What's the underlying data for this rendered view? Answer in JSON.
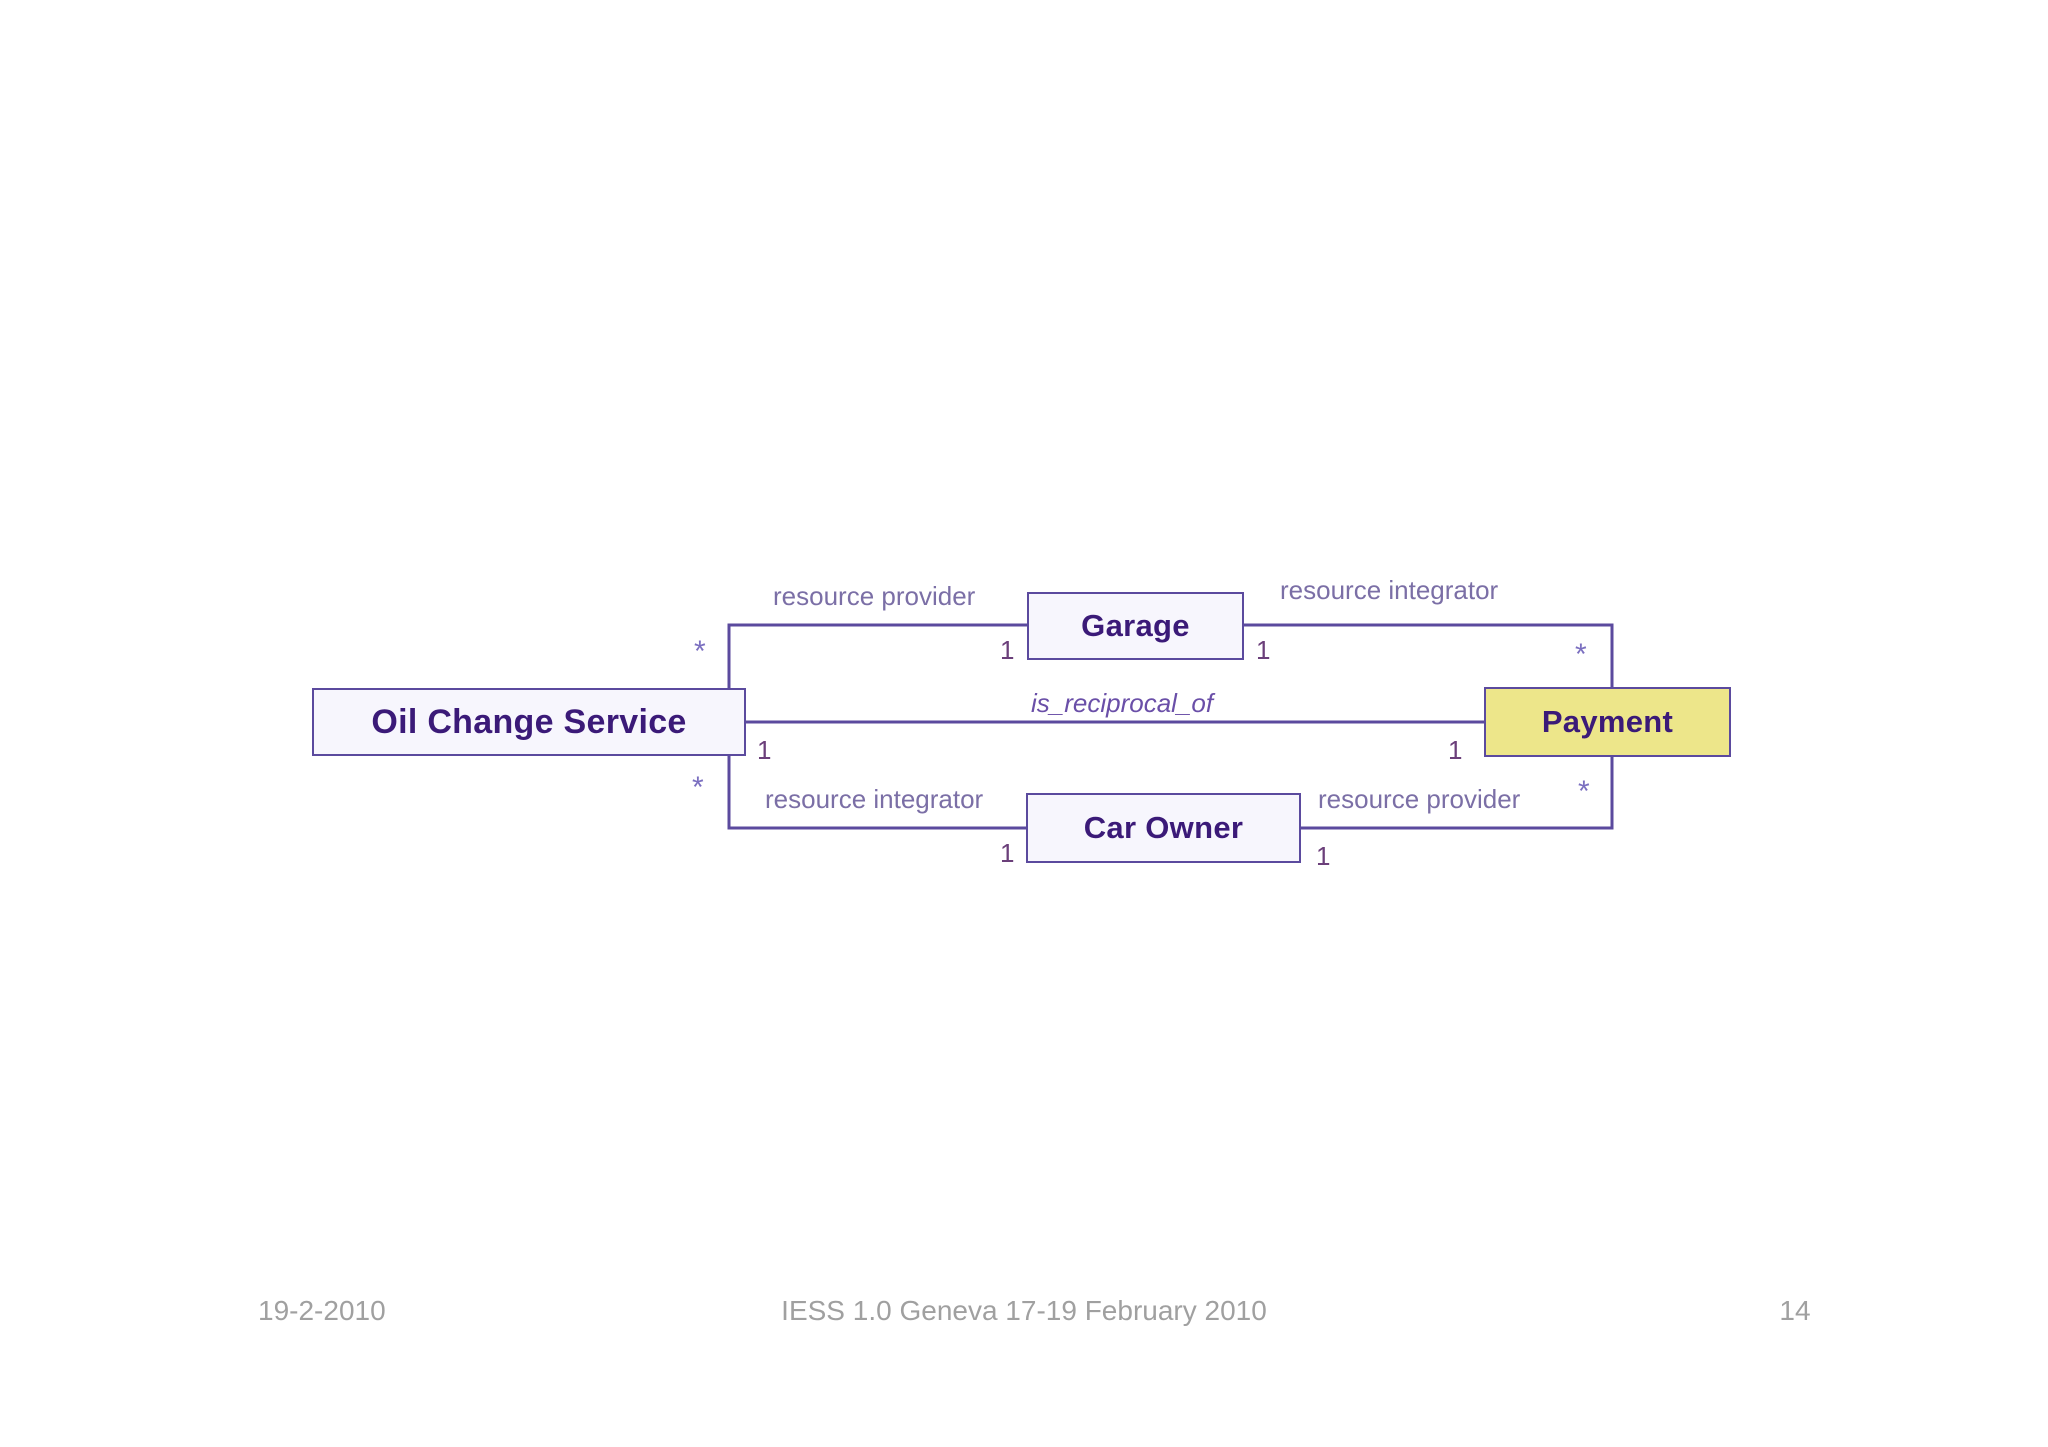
{
  "slide": {
    "background_color": "#ffffff",
    "line_color": "#5b4a9e",
    "node_fill": "#f7f6fd",
    "accent_fill": "#ede68a",
    "node_text_color": "#3b1a78",
    "role_label_color": "#7b6fa6",
    "multiplicity_color": "#6b3f7a"
  },
  "diagram": {
    "type": "uml-relationship-diagram",
    "nodes": [
      {
        "id": "oil-change-service",
        "label": "Oil Change Service",
        "fill": "#f7f6fd"
      },
      {
        "id": "garage",
        "label": "Garage",
        "fill": "#f7f6fd"
      },
      {
        "id": "car-owner",
        "label": "Car Owner",
        "fill": "#f7f6fd"
      },
      {
        "id": "payment",
        "label": "Payment",
        "fill": "#ede68a"
      }
    ],
    "role_labels": {
      "top_left": "resource provider",
      "top_right": "resource integrator",
      "center": "is_reciprocal_of",
      "bottom_left": "resource integrator",
      "bottom_right": "resource provider"
    },
    "multiplicities": {
      "ocs_top": "*",
      "ocs_mid": "1",
      "ocs_bottom": "*",
      "garage_left": "1",
      "garage_right": "1",
      "car_owner_left": "1",
      "car_owner_right": "1",
      "payment_top": "*",
      "payment_mid": "1",
      "payment_bottom": "*"
    },
    "edges": [
      {
        "from": "oil-change-service",
        "to": "garage",
        "from_mult": "*",
        "to_mult": "1",
        "role": "resource provider"
      },
      {
        "from": "garage",
        "to": "payment",
        "from_mult": "1",
        "to_mult": "*",
        "role": "resource integrator"
      },
      {
        "from": "oil-change-service",
        "to": "payment",
        "from_mult": "1",
        "to_mult": "1",
        "role": "is_reciprocal_of"
      },
      {
        "from": "oil-change-service",
        "to": "car-owner",
        "from_mult": "*",
        "to_mult": "1",
        "role": "resource integrator"
      },
      {
        "from": "car-owner",
        "to": "payment",
        "from_mult": "1",
        "to_mult": "*",
        "role": "resource provider"
      }
    ]
  },
  "footer": {
    "date": "19-2-2010",
    "event": "IESS 1.0 Geneva 17-19 February 2010",
    "page_number": "14"
  }
}
